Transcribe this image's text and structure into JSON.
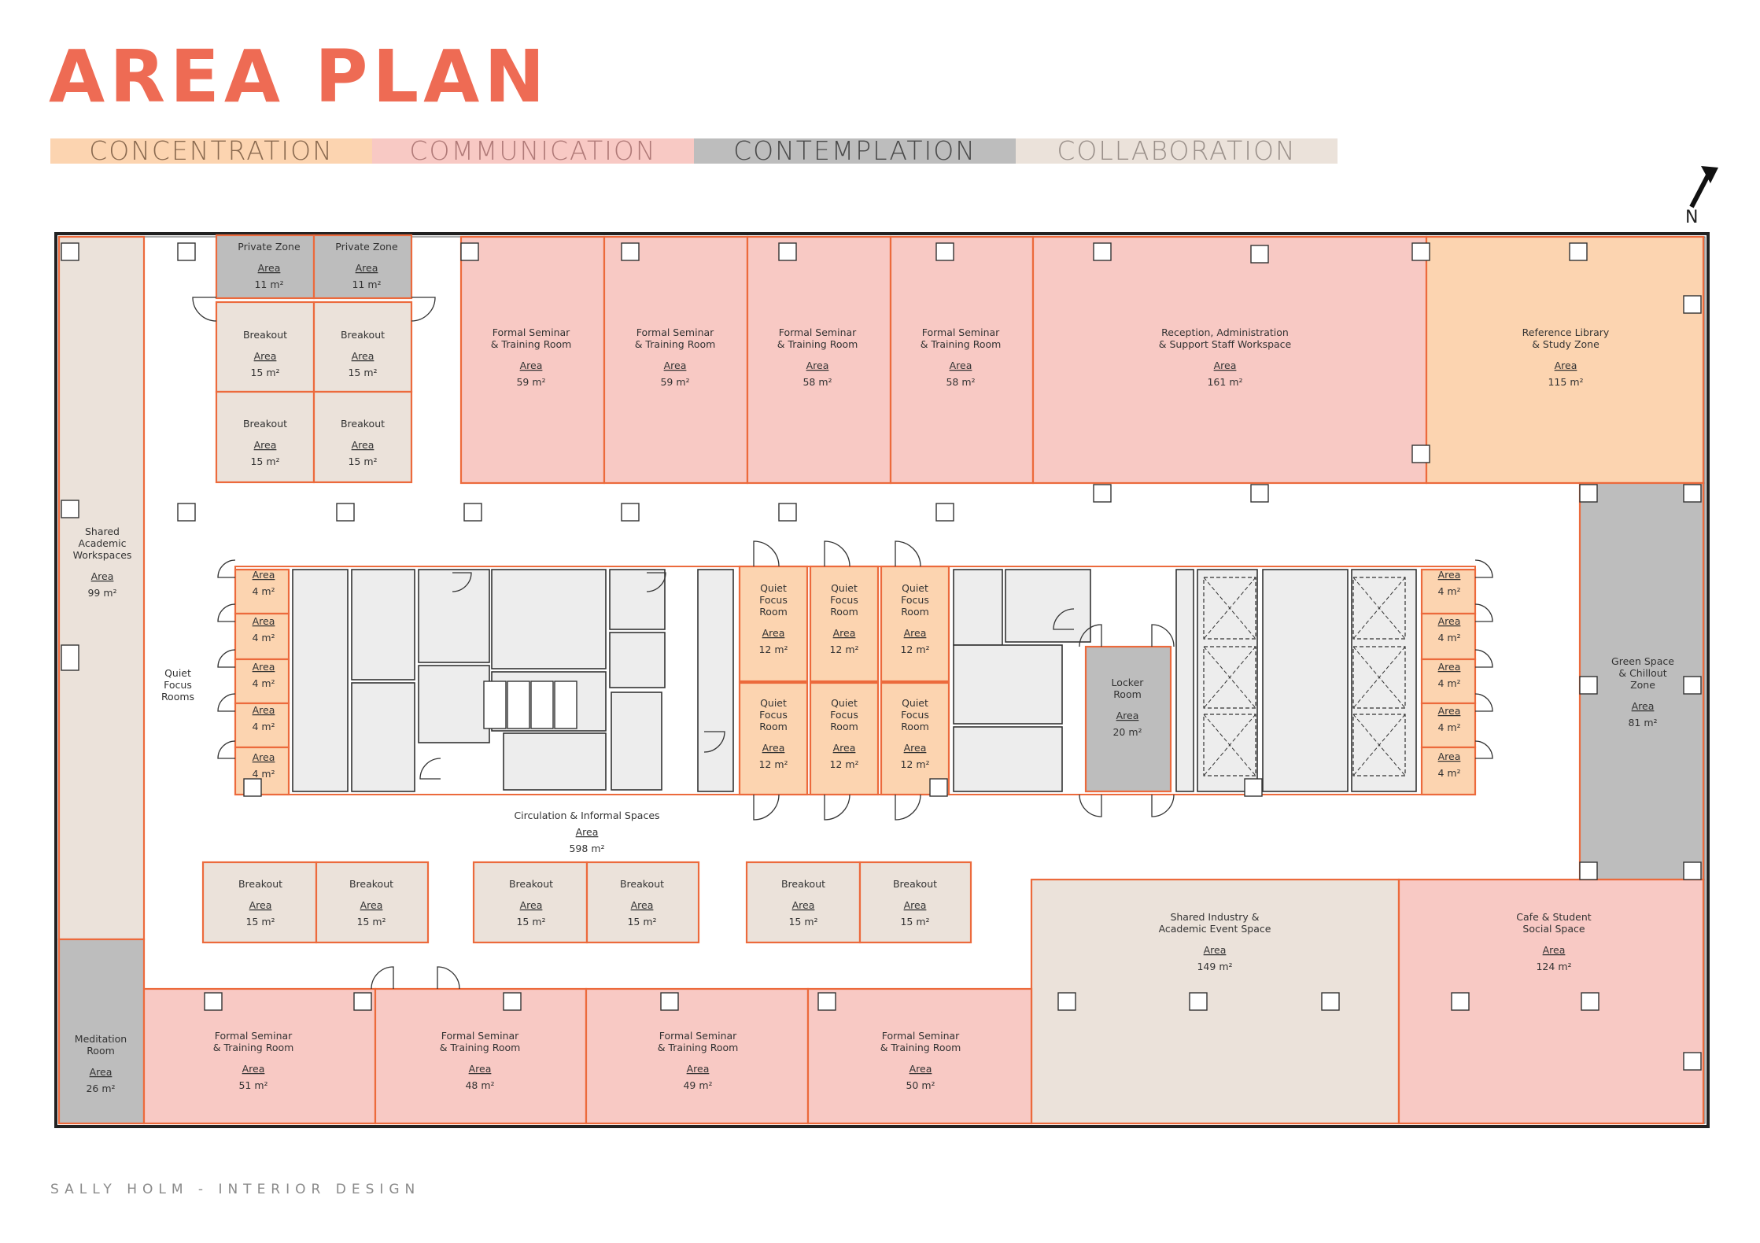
{
  "page": {
    "title": "AREA PLAN",
    "footer": "SALLY HOLM - INTERIOR DESIGN",
    "north_label": "N"
  },
  "legend": [
    {
      "label": "CONCENTRATION",
      "color": "#fcd4b0",
      "text_color": "#8a6a50"
    },
    {
      "label": "COMMUNICATION",
      "color": "#f8c9c4",
      "text_color": "#b07a78"
    },
    {
      "label": "CONTEMPLATION",
      "color": "#bdbdbd",
      "text_color": "#4a4a4a"
    },
    {
      "label": "COLLABORATION",
      "color": "#ebe2da",
      "text_color": "#9a908a"
    }
  ],
  "colors": {
    "concentration": "#fcd4b0",
    "communication": "#f8c9c4",
    "contemplation": "#bdbdbd",
    "collaboration": "#ebe2da",
    "room_border": "#ec6a3c",
    "wall": "#222222",
    "core_fill": "#ededed"
  },
  "area_word": "Area",
  "rooms": [
    {
      "id": "shared-academic-workspaces",
      "name": [
        "Shared",
        "Academic",
        "Workspaces"
      ],
      "area": "99 m²",
      "zone": "collaboration"
    },
    {
      "id": "meditation-room",
      "name": [
        "Meditation",
        "Room"
      ],
      "area": "26 m²",
      "zone": "contemplation"
    },
    {
      "id": "private-zone-1",
      "name": [
        "Private Zone"
      ],
      "area": "11 m²",
      "zone": "contemplation"
    },
    {
      "id": "private-zone-2",
      "name": [
        "Private Zone"
      ],
      "area": "11 m²",
      "zone": "contemplation"
    },
    {
      "id": "breakout-nw-1",
      "name": [
        "Breakout"
      ],
      "area": "15 m²",
      "zone": "collaboration"
    },
    {
      "id": "breakout-nw-2",
      "name": [
        "Breakout"
      ],
      "area": "15 m²",
      "zone": "collaboration"
    },
    {
      "id": "breakout-nw-3",
      "name": [
        "Breakout"
      ],
      "area": "15 m²",
      "zone": "collaboration"
    },
    {
      "id": "breakout-nw-4",
      "name": [
        "Breakout"
      ],
      "area": "15 m²",
      "zone": "collaboration"
    },
    {
      "id": "formal-seminar-n1",
      "name": [
        "Formal Seminar",
        "& Training Room"
      ],
      "area": "59 m²",
      "zone": "communication"
    },
    {
      "id": "formal-seminar-n2",
      "name": [
        "Formal Seminar",
        "& Training Room"
      ],
      "area": "59 m²",
      "zone": "communication"
    },
    {
      "id": "formal-seminar-n3",
      "name": [
        "Formal Seminar",
        "& Training Room"
      ],
      "area": "58 m²",
      "zone": "communication"
    },
    {
      "id": "formal-seminar-n4",
      "name": [
        "Formal Seminar",
        "& Training Room"
      ],
      "area": "58 m²",
      "zone": "communication"
    },
    {
      "id": "reception",
      "name": [
        "Reception, Administration",
        "& Support Staff Workspace"
      ],
      "area": "161 m²",
      "zone": "communication"
    },
    {
      "id": "reference-library",
      "name": [
        "Reference Library",
        "& Study Zone"
      ],
      "area": "115 m²",
      "zone": "concentration"
    },
    {
      "id": "green-space",
      "name": [
        "Green Space",
        "& Chillout",
        "Zone"
      ],
      "area": "81 m²",
      "zone": "contemplation"
    },
    {
      "id": "quiet-focus-w1",
      "name": [],
      "area": "4 m²",
      "zone": "concentration"
    },
    {
      "id": "quiet-focus-w2",
      "name": [],
      "area": "4 m²",
      "zone": "concentration"
    },
    {
      "id": "quiet-focus-w3",
      "name": [],
      "area": "4 m²",
      "zone": "concentration"
    },
    {
      "id": "quiet-focus-w4",
      "name": [],
      "area": "4 m²",
      "zone": "concentration"
    },
    {
      "id": "quiet-focus-w5",
      "name": [],
      "area": "4 m²",
      "zone": "concentration"
    },
    {
      "id": "quiet-focus-e1",
      "name": [],
      "area": "4 m²",
      "zone": "concentration"
    },
    {
      "id": "quiet-focus-e2",
      "name": [],
      "area": "4 m²",
      "zone": "concentration"
    },
    {
      "id": "quiet-focus-e3",
      "name": [],
      "area": "4 m²",
      "zone": "concentration"
    },
    {
      "id": "quiet-focus-e4",
      "name": [],
      "area": "4 m²",
      "zone": "concentration"
    },
    {
      "id": "quiet-focus-e5",
      "name": [],
      "area": "4 m²",
      "zone": "concentration"
    },
    {
      "id": "quiet-focus-c1",
      "name": [
        "Quiet",
        "Focus",
        "Room"
      ],
      "area": "12 m²",
      "zone": "concentration"
    },
    {
      "id": "quiet-focus-c2",
      "name": [
        "Quiet",
        "Focus",
        "Room"
      ],
      "area": "12 m²",
      "zone": "concentration"
    },
    {
      "id": "quiet-focus-c3",
      "name": [
        "Quiet",
        "Focus",
        "Room"
      ],
      "area": "12 m²",
      "zone": "concentration"
    },
    {
      "id": "quiet-focus-c4",
      "name": [
        "Quiet",
        "Focus",
        "Room"
      ],
      "area": "12 m²",
      "zone": "concentration"
    },
    {
      "id": "quiet-focus-c5",
      "name": [
        "Quiet",
        "Focus",
        "Room"
      ],
      "area": "12 m²",
      "zone": "concentration"
    },
    {
      "id": "quiet-focus-c6",
      "name": [
        "Quiet",
        "Focus",
        "Room"
      ],
      "area": "12 m²",
      "zone": "concentration"
    },
    {
      "id": "locker-room",
      "name": [
        "Locker",
        "Room"
      ],
      "area": "20 m²",
      "zone": "contemplation"
    },
    {
      "id": "breakout-s1",
      "name": [
        "Breakout"
      ],
      "area": "15 m²",
      "zone": "collaboration"
    },
    {
      "id": "breakout-s2",
      "name": [
        "Breakout"
      ],
      "area": "15 m²",
      "zone": "collaboration"
    },
    {
      "id": "breakout-s3",
      "name": [
        "Breakout"
      ],
      "area": "15 m²",
      "zone": "collaboration"
    },
    {
      "id": "breakout-s4",
      "name": [
        "Breakout"
      ],
      "area": "15 m²",
      "zone": "collaboration"
    },
    {
      "id": "breakout-s5",
      "name": [
        "Breakout"
      ],
      "area": "15 m²",
      "zone": "collaboration"
    },
    {
      "id": "breakout-s6",
      "name": [
        "Breakout"
      ],
      "area": "15 m²",
      "zone": "collaboration"
    },
    {
      "id": "shared-event-space",
      "name": [
        "Shared Industry &",
        "Academic Event Space"
      ],
      "area": "149 m²",
      "zone": "collaboration"
    },
    {
      "id": "cafe",
      "name": [
        "Cafe & Student",
        "Social Space"
      ],
      "area": "124 m²",
      "zone": "communication"
    },
    {
      "id": "formal-seminar-s1",
      "name": [
        "Formal Seminar",
        "& Training Room"
      ],
      "area": "51 m²",
      "zone": "communication"
    },
    {
      "id": "formal-seminar-s2",
      "name": [
        "Formal Seminar",
        "& Training Room"
      ],
      "area": "48 m²",
      "zone": "communication"
    },
    {
      "id": "formal-seminar-s3",
      "name": [
        "Formal Seminar",
        "& Training Room"
      ],
      "area": "49 m²",
      "zone": "communication"
    },
    {
      "id": "formal-seminar-s4",
      "name": [
        "Formal Seminar",
        "& Training Room"
      ],
      "area": "50 m²",
      "zone": "communication"
    }
  ],
  "labels": {
    "quiet_focus_rooms": [
      "Quiet",
      "Focus",
      "Rooms"
    ],
    "circulation": [
      "Circulation & Informal Spaces"
    ],
    "circulation_area": "598 m²"
  }
}
